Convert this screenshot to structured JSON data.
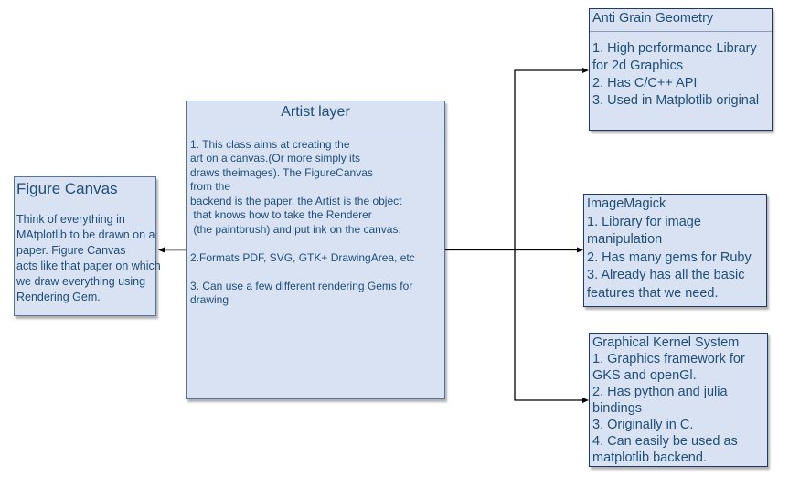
{
  "diagram": {
    "boxes": {
      "figure_canvas": {
        "title": "Figure Canvas",
        "body": [
          "Think of everything in",
          "MAtplotlib to be drawn on a",
          "paper. Figure Canvas",
          "acts like that paper on which",
          "we draw everything using",
          "Rendering Gem."
        ]
      },
      "artist_layer": {
        "title": "Artist layer",
        "body": [
          "1. This class aims at creating the",
          "art on a canvas.(Or more simply its",
          "draws theimages). The FigureCanvas",
          "from the",
          "backend is the paper, the Artist is the object",
          " that knows how to take the Renderer",
          " (the paintbrush) and put ink on the canvas.",
          "",
          "2.Formats PDF, SVG, GTK+ DrawingArea, etc",
          "",
          "3. Can use a few different rendering Gems for",
          "drawing"
        ]
      },
      "anti_grain_geometry": {
        "title": "Anti Grain Geometry",
        "body": [
          "1. High performance Library",
          "for 2d Graphics",
          "2. Has C/C++ API",
          "3. Used in Matplotlib original"
        ]
      },
      "imagemagick": {
        "body": [
          "ImageMagick",
          "1. Library for image",
          "manipulation",
          "2. Has many gems for Ruby",
          "3. Already has all the basic",
          "features that we need."
        ]
      },
      "graphical_kernel_system": {
        "body": [
          "Graphical Kernel System",
          "1. Graphics framework for",
          "GKS and openGl.",
          "2. Has python and julia",
          "bindings",
          "3. Originally in C.",
          "4. Can easily be used as",
          "matplotlib backend."
        ]
      }
    },
    "colors": {
      "box_fill": "#d8e2f3",
      "border_dark": "#1f3864",
      "border_light": "#54749f",
      "text": "#1f4e79",
      "connector_black": "#000000",
      "connector_gray": "#999999"
    }
  }
}
